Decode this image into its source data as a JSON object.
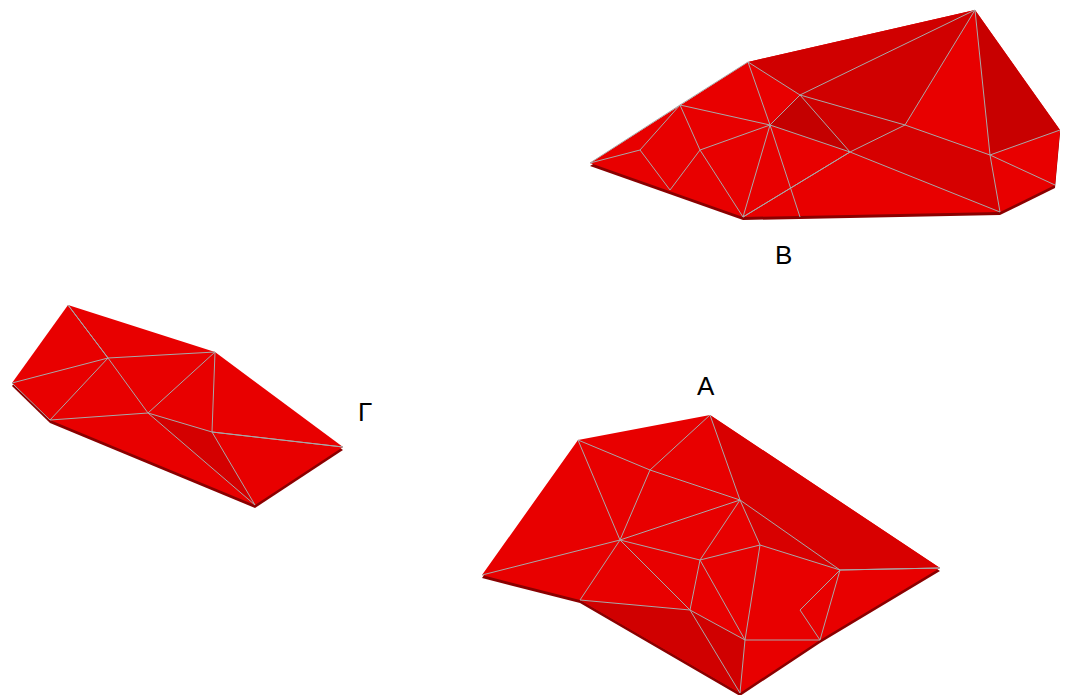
{
  "diagram": {
    "labels": [
      "Β",
      "Α",
      "Γ"
    ]
  }
}
